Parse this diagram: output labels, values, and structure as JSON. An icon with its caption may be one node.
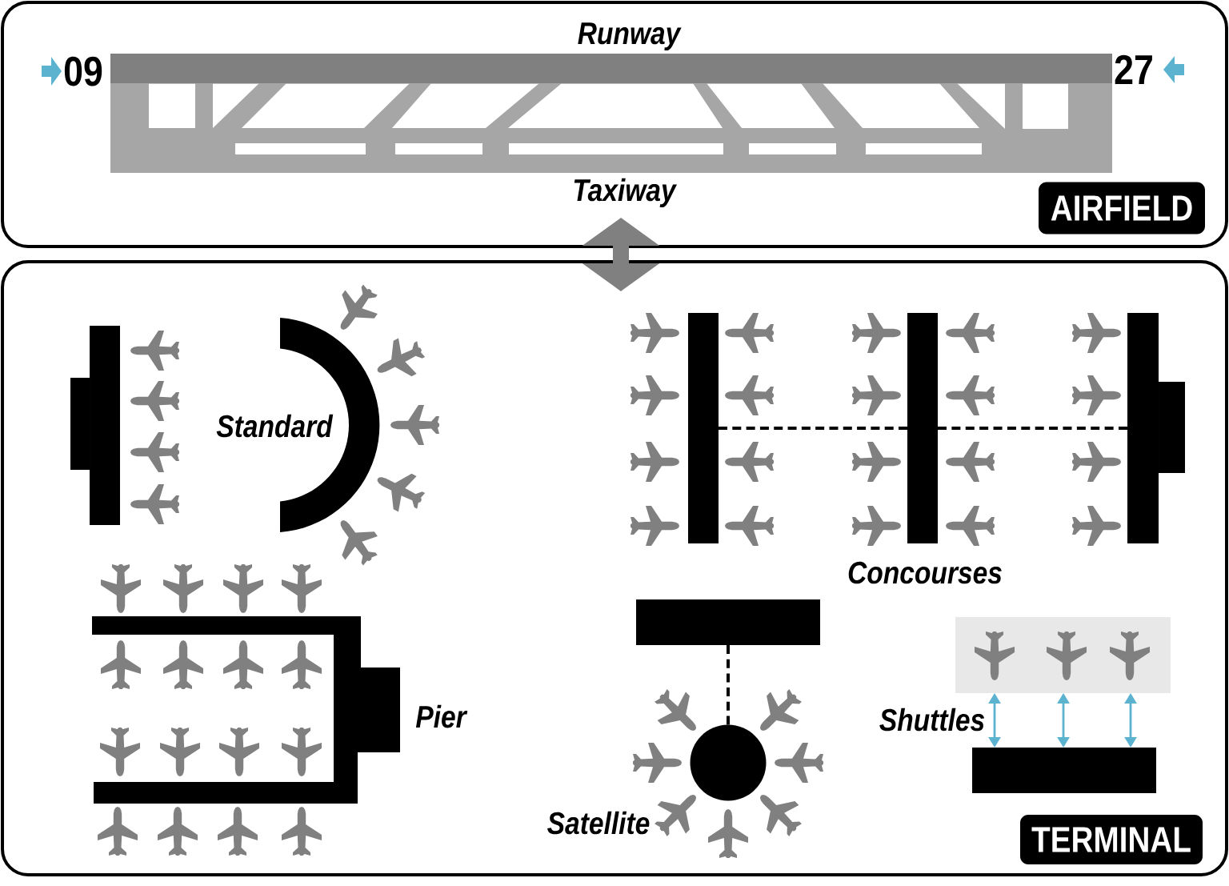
{
  "diagram": {
    "nodes": [
      {
        "text": [],
        "shape": "box"
      },
      {
        "text": [
          "AIRFIELD"
        ],
        "in": 0
      },
      {
        "text": [],
        "shape": "box"
      },
      {
        "text": [],
        "shape": "bar",
        "in": 2
      },
      {
        "text": [],
        "shape": "arc",
        "in": 2
      },
      {
        "text": [],
        "shape": "bar",
        "in": 2
      },
      {
        "text": [],
        "shape": "bar",
        "in": 2
      },
      {
        "text": [],
        "shape": "bar",
        "in": 2
      },
      {
        "text": [],
        "shape": "bar",
        "in": 2
      },
      {
        "text": [],
        "shape": "circle",
        "in": 2
      },
      {
        "text": [],
        "shape": "box",
        "in": 2
      },
      {
        "text": [],
        "shape": "bar",
        "in": 2
      },
      {
        "text": [
          "TERMINAL"
        ],
        "in": 2
      }
    ],
    "edges": [
      {
        "from": 0,
        "to": 2,
        "arrow": "both",
        "style": "thick",
        "color": "#808080"
      },
      {
        "from": 5,
        "to": 6,
        "arrow": "none",
        "style": "dashed"
      },
      {
        "from": 6,
        "to": 7,
        "arrow": "none",
        "style": "dashed"
      },
      {
        "from": 8,
        "to": 9,
        "arrow": "none",
        "style": "dashed"
      },
      {
        "from": 10,
        "to": 11,
        "arrow": "both",
        "color": "#5bb3cf"
      },
      {
        "from": 10,
        "to": 11,
        "arrow": "both",
        "color": "#5bb3cf"
      },
      {
        "from": 10,
        "to": 11,
        "arrow": "both",
        "color": "#5bb3cf"
      }
    ],
    "labels": [
      "Runway",
      "09",
      "27",
      "Taxiway",
      "Standard",
      "Concourses",
      "Pier",
      "Shuttles",
      "Satellite"
    ]
  }
}
